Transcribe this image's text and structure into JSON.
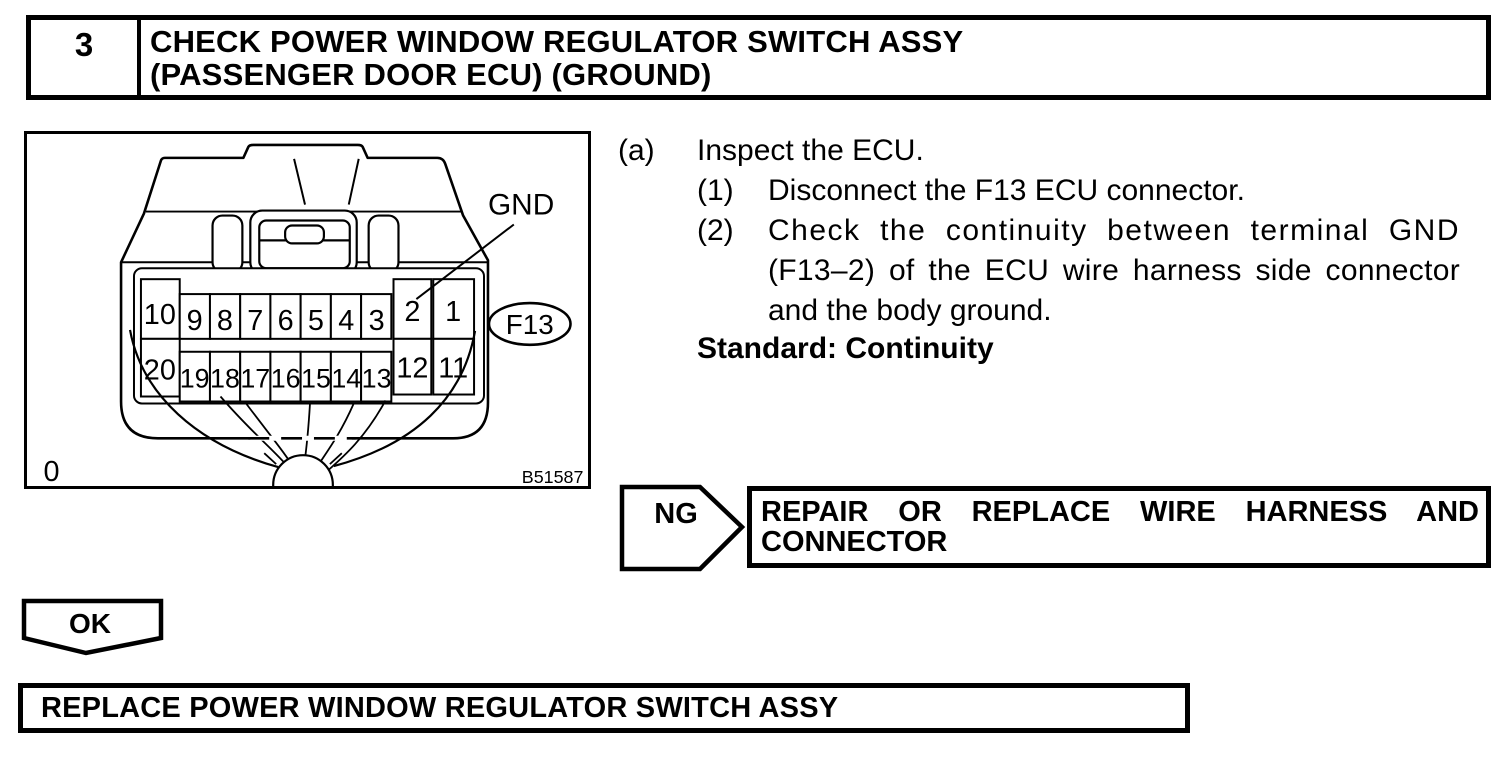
{
  "header": {
    "step_number": "3",
    "title_line1": "CHECK POWER WINDOW REGULATOR SWITCH ASSY",
    "title_line2": "(PASSENGER DOOR ECU) (GROUND)"
  },
  "figure": {
    "gnd_label": "GND",
    "connector_label": "F13",
    "corner_mark": "0",
    "image_code": "B51587",
    "pins_top": [
      "10",
      "9",
      "8",
      "7",
      "6",
      "5",
      "4",
      "3",
      "2",
      "1"
    ],
    "pins_bottom": [
      "20",
      "19",
      "18",
      "17",
      "16",
      "15",
      "14",
      "13",
      "12",
      "11"
    ]
  },
  "instructions": {
    "item_label": "(a)",
    "item_text": "Inspect the ECU.",
    "step1_label": "(1)",
    "step1_text": "Disconnect the F13 ECU connector.",
    "step2_label": "(2)",
    "step2_line1": "Check the continuity between terminal GND",
    "step2_line2": "(F13–2) of the ECU wire harness side connector",
    "step2_line3": "and the body ground.",
    "standard": "Standard: Continuity"
  },
  "ng": {
    "label": "NG",
    "action_line1": "REPAIR OR REPLACE WIRE HARNESS AND",
    "action_line2": "CONNECTOR"
  },
  "ok": {
    "label": "OK",
    "action": "REPLACE POWER WINDOW REGULATOR SWITCH ASSY"
  }
}
